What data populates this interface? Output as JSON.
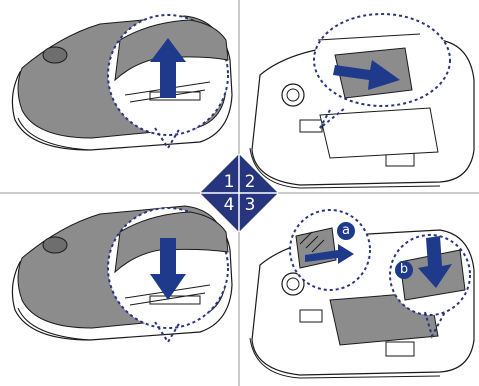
{
  "steps": [
    {
      "number": "1",
      "action": "lift-cover-up"
    },
    {
      "number": "2",
      "action": "slide-out-battery"
    },
    {
      "number": "3",
      "action": "insert-battery"
    },
    {
      "number": "4",
      "action": "press-cover-down"
    }
  ],
  "callouts": {
    "a": "a",
    "b": "b"
  },
  "colors": {
    "badge": "#27357e",
    "arrow": "#1f3a8a",
    "outline": "#1a1a1a",
    "cover": "#8c8c8c",
    "dash": "#2a3580",
    "divider": "#999999"
  },
  "icons": [
    "arrow-up-icon",
    "arrow-right-icon",
    "arrow-down-icon"
  ]
}
